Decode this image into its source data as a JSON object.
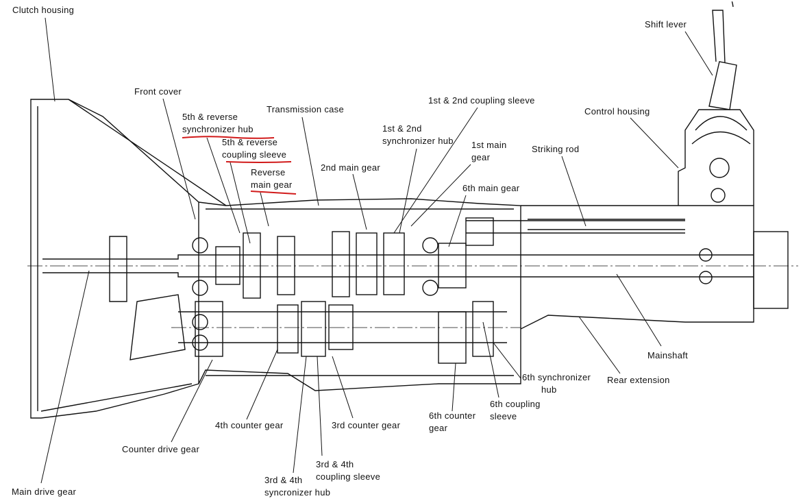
{
  "diagram": {
    "labels": {
      "clutch_housing": "Clutch housing",
      "shift_lever": "Shift lever",
      "front_cover": "Front cover",
      "fifth_rev_sync_hub": [
        "5th & reverse",
        "synchronizer hub"
      ],
      "transmission_case": "Transmission case",
      "first_second_coupling_sleeve": "1st & 2nd coupling sleeve",
      "control_housing": "Control housing",
      "fifth_rev_coupling_sleeve": [
        "5th & reverse",
        "coupling sleeve"
      ],
      "first_second_sync_hub": [
        "1st & 2nd",
        "synchronizer hub"
      ],
      "first_main_gear": [
        "1st main",
        "gear"
      ],
      "striking_rod": "Striking rod",
      "second_main_gear": "2nd main gear",
      "reverse_main_gear": [
        "Reverse",
        "main gear"
      ],
      "sixth_main_gear": "6th main gear",
      "mainshaft": "Mainshaft",
      "rear_extension": "Rear extension",
      "sixth_sync_hub": [
        "6th synchronizer",
        "hub"
      ],
      "sixth_coupling_sleeve": [
        "6th coupling",
        "sleeve"
      ],
      "sixth_counter_gear": [
        "6th counter",
        "gear"
      ],
      "fourth_counter_gear": "4th counter gear",
      "third_counter_gear": "3rd counter gear",
      "counter_drive_gear": "Counter drive gear",
      "third_fourth_coupling_sleeve": [
        "3rd & 4th",
        "coupling sleeve"
      ],
      "third_fourth_sync_hub": [
        "3rd & 4th",
        "syncronizer hub"
      ],
      "main_drive_gear": "Main drive gear"
    },
    "highlight_color": "#d11a1a",
    "line_color": "#111111"
  }
}
